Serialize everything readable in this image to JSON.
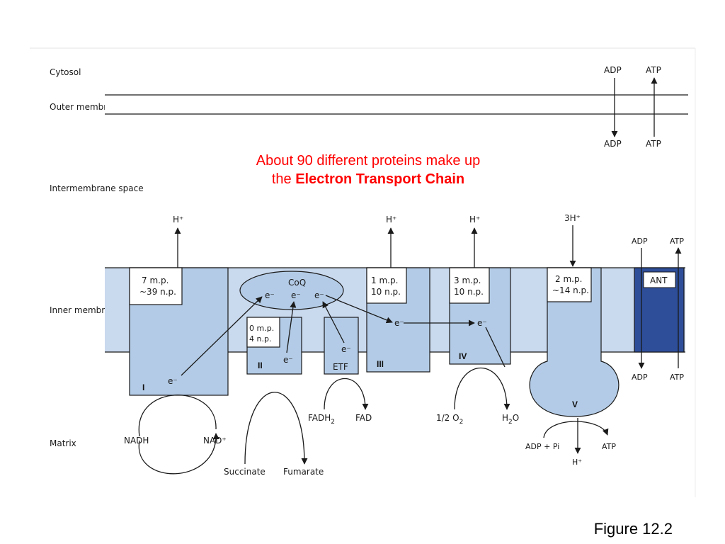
{
  "headline": {
    "line1": "About 90 different proteins make up",
    "line2_prefix": "the ",
    "line2_bold": "Electron Transport Chain"
  },
  "caption": "Figure 12.2",
  "regions": {
    "cytosol": "Cytosol",
    "outer_membrane": "Outer membrane",
    "intermembrane_space": "Intermembrane space",
    "inner_membrane": "Inner membrane",
    "matrix": "Matrix"
  },
  "outer_transport": {
    "adp_top": "ADP",
    "atp_top": "ATP",
    "adp_bottom": "ADP",
    "atp_bottom": "ATP"
  },
  "complexes": {
    "I": {
      "roman": "I",
      "box_line1": "7 m.p.",
      "box_line2": "~39 n.p.",
      "proton": "H⁺",
      "electron": "e⁻"
    },
    "II": {
      "roman": "II",
      "box_line1": "0 m.p.",
      "box_line2": "4 n.p.",
      "electron": "e⁻"
    },
    "ETF": {
      "label": "ETF",
      "electron": "e⁻"
    },
    "III": {
      "roman": "III",
      "box_line1": "1 m.p.",
      "box_line2": "10 n.p.",
      "proton": "H⁺",
      "electron": "e⁻"
    },
    "IV": {
      "roman": "IV",
      "box_line1": "3 m.p.",
      "box_line2": "10 n.p.",
      "proton": "H⁺",
      "electron": "e⁻"
    },
    "V": {
      "roman": "V",
      "box_line1": "2 m.p.",
      "box_line2": "~14 n.p.",
      "proton": "3H⁺"
    },
    "ANT": {
      "label": "ANT",
      "adp_top": "ADP",
      "atp_top": "ATP",
      "adp_bottom": "ADP",
      "atp_bottom": "ATP"
    }
  },
  "coq": {
    "label": "CoQ",
    "e1": "e⁻",
    "e2": "e⁻",
    "e3": "e⁻"
  },
  "substrates": {
    "nadh": "NADH",
    "nad": "NAD⁺",
    "succinate": "Succinate",
    "fumarate": "Fumarate",
    "fadh2_base": "FADH",
    "fadh2_sub": "2",
    "fad": "FAD",
    "o2_base": "1/2 O",
    "o2_sub": "2",
    "h2o_base": "H",
    "h2o_sub": "2",
    "h2o_rest": "O",
    "adp_pi": "ADP + Pi",
    "atp": "ATP",
    "h_plus": "H⁺"
  },
  "colors": {
    "membrane_fill": "#c9d9ee",
    "complex_fill": "#b3cbe6",
    "ant_fill": "#2e4e9a",
    "line": "#1a1a1a",
    "headline": "#ff0000"
  }
}
